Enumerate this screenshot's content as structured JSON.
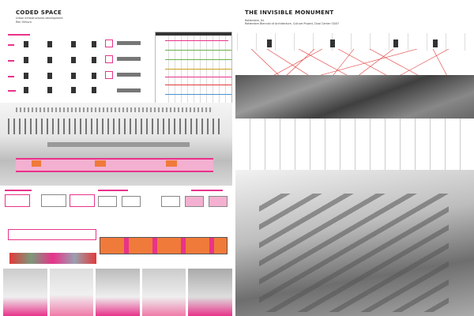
{
  "left_board": {
    "title": "CODED SPACE",
    "subtitle": "Urban infrastructures development",
    "author": "Ren Ohkura"
  },
  "right_board": {
    "title": "THE INVISIBLE MONUMENT",
    "location": "Rotterdam, NL",
    "context": "Rotterdam Biennial of Architecture, Culture Project, Dual Center 03/07"
  },
  "colors": {
    "accent": "#e8338a",
    "orange": "#f07a3a",
    "red_lines": "#e23a3a",
    "grey": "#8a8a8a"
  }
}
